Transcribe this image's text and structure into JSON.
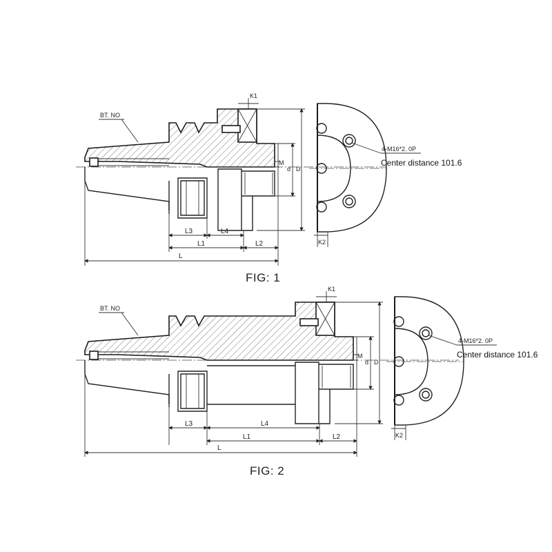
{
  "figures": [
    {
      "title": "FIG: 1",
      "labels": {
        "bt": "BT. NO",
        "k1": "K1",
        "k2": "K2",
        "m": "M",
        "d_small": "d",
        "d_big": "D",
        "l": "L",
        "l1": "L1",
        "l2": "L2",
        "l3": "L3",
        "l4": "L4",
        "bolt": "4-M16*2. 0P",
        "center": "Center distance 101.6"
      }
    },
    {
      "title": "FIG: 2",
      "labels": {
        "bt": "BT. NO",
        "k1": "K1",
        "k2": "K2",
        "m": "M",
        "d_small": "d",
        "d_big": "D",
        "l": "L",
        "l1": "L1",
        "l2": "L2",
        "l3": "L3",
        "l4": "L4",
        "bolt": "4-M16*2. 0P",
        "center": "Center distance 101.6"
      }
    }
  ]
}
